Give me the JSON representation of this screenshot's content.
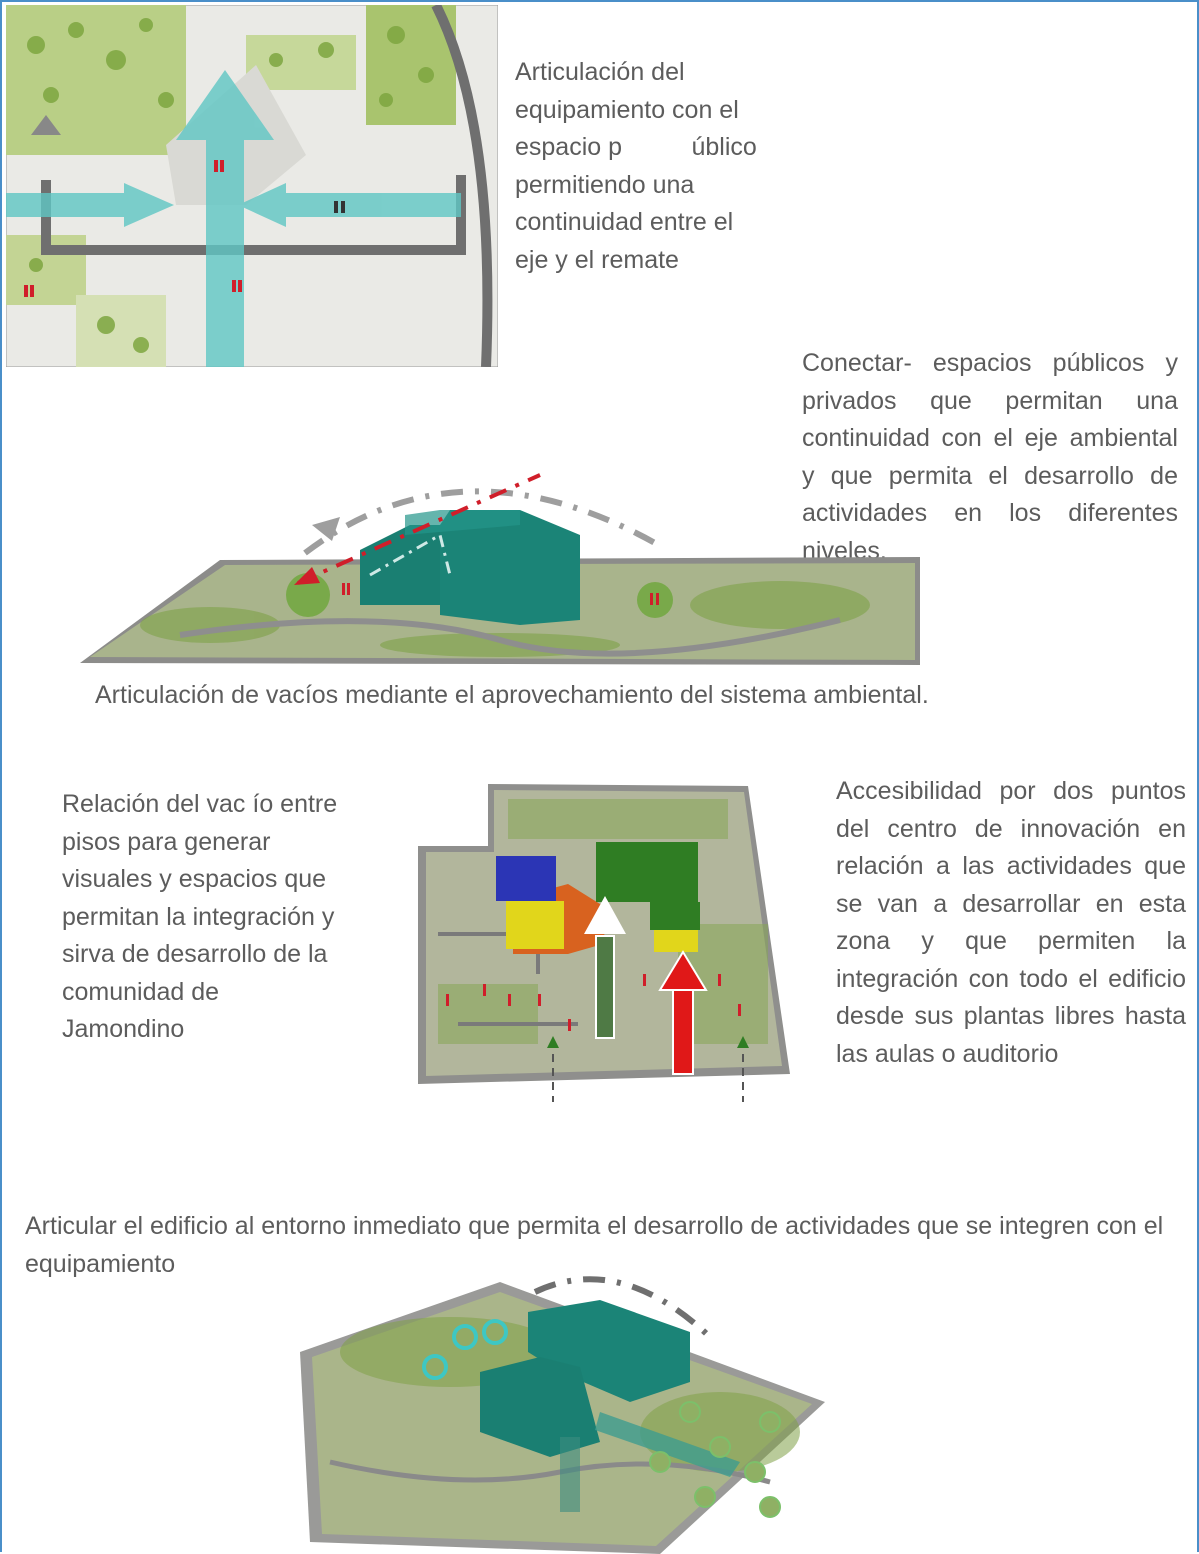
{
  "block1": {
    "text_lines": [
      "Articulación del",
      "equipamiento con el",
      "espacio p          úblico",
      "permitiendo una",
      "continuidad entre el",
      "eje y el remate"
    ]
  },
  "block2": {
    "text": "Conectar- espacios públicos y privados que permitan una continuidad con el eje ambiental y que permita el desarrollo de actividades en los diferentes niveles.",
    "caption": "Articulación de vacíos mediante el aprovechamiento del sistema ambiental."
  },
  "block3": {
    "left_lines": [
      "Relación del vac ío entre",
      "pisos para generar",
      "visuales y espacios que",
      "permitan la integración y",
      "sirva de desarrollo de la",
      "comunidad de",
      "Jamondino"
    ],
    "right_text": "Accesibilidad por dos puntos del centro de innovación en relación a las actividades que se van a desarrollar en esta zona y que permiten la integración con todo el edificio desde sus plantas libres hasta las aulas o auditorio"
  },
  "block4": {
    "text": "Articular el edificio al entorno inmediato que permita el desarrollo de actividades que se integren con el equipamiento"
  },
  "colors": {
    "frame": "#4a8fc9",
    "text": "#5c5c5c",
    "volume_teal": "#1a7f72",
    "arrow_teal": "#5fc7c4",
    "green_volume": "#2f7d23",
    "blue_volume": "#2b35b5",
    "yellow_volume": "#e1d61b",
    "orange_volume": "#d8621f",
    "people_red": "#d01e2a"
  }
}
